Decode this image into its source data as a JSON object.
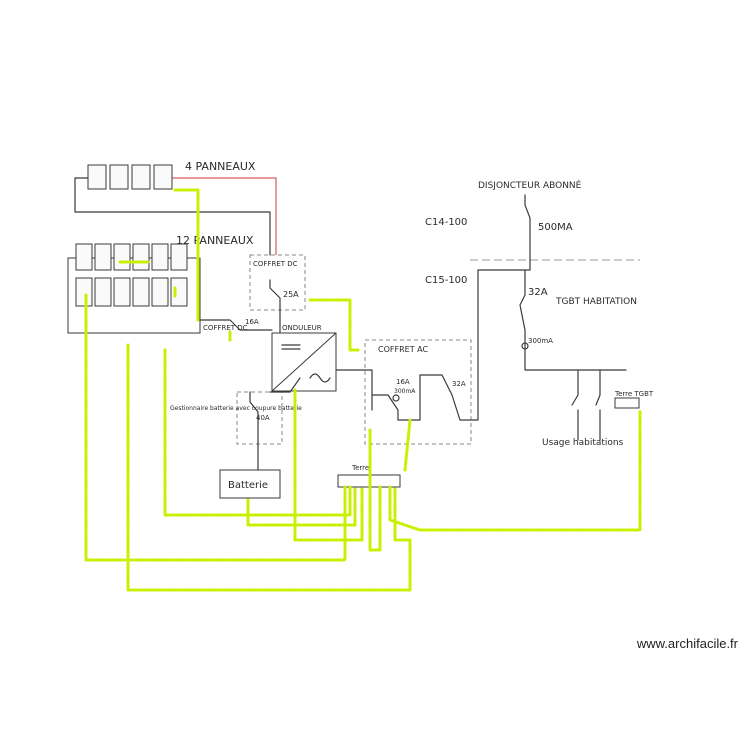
{
  "labels": {
    "panels_4": "4 PANNEAUX",
    "panels_12": "12 PANNEAUX",
    "disjoncteur": "DISJONCTEUR ABONNÉ",
    "c14_100": "C14-100",
    "c15_100": "C15-100",
    "rating_500ma": "500MA",
    "rating_32a": "32A",
    "tgbt": "TGBT HABITATION",
    "rating_300ma": "300mA",
    "coffret_dc_top": "COFFRET DC",
    "rating_25a": "25A",
    "coffret_dc_mid": "COFFRET DC",
    "rating_dc": "16A",
    "onduleur": "ONDULEUR",
    "coffret_ac": "COFFRET AC",
    "rating_16a": "16A",
    "rating_300ma_ac": "300mA",
    "rating_32a_ac": "32A",
    "gestionnaire": "Gestionnaire batterie avec coupure batterie",
    "rating_40a": "40A",
    "batterie": "Batterie",
    "terre": "Terre",
    "terre_tgbt": "Terre TGBT",
    "usage": "Usage habitations"
  },
  "watermark": "www.archifacile.fr"
}
